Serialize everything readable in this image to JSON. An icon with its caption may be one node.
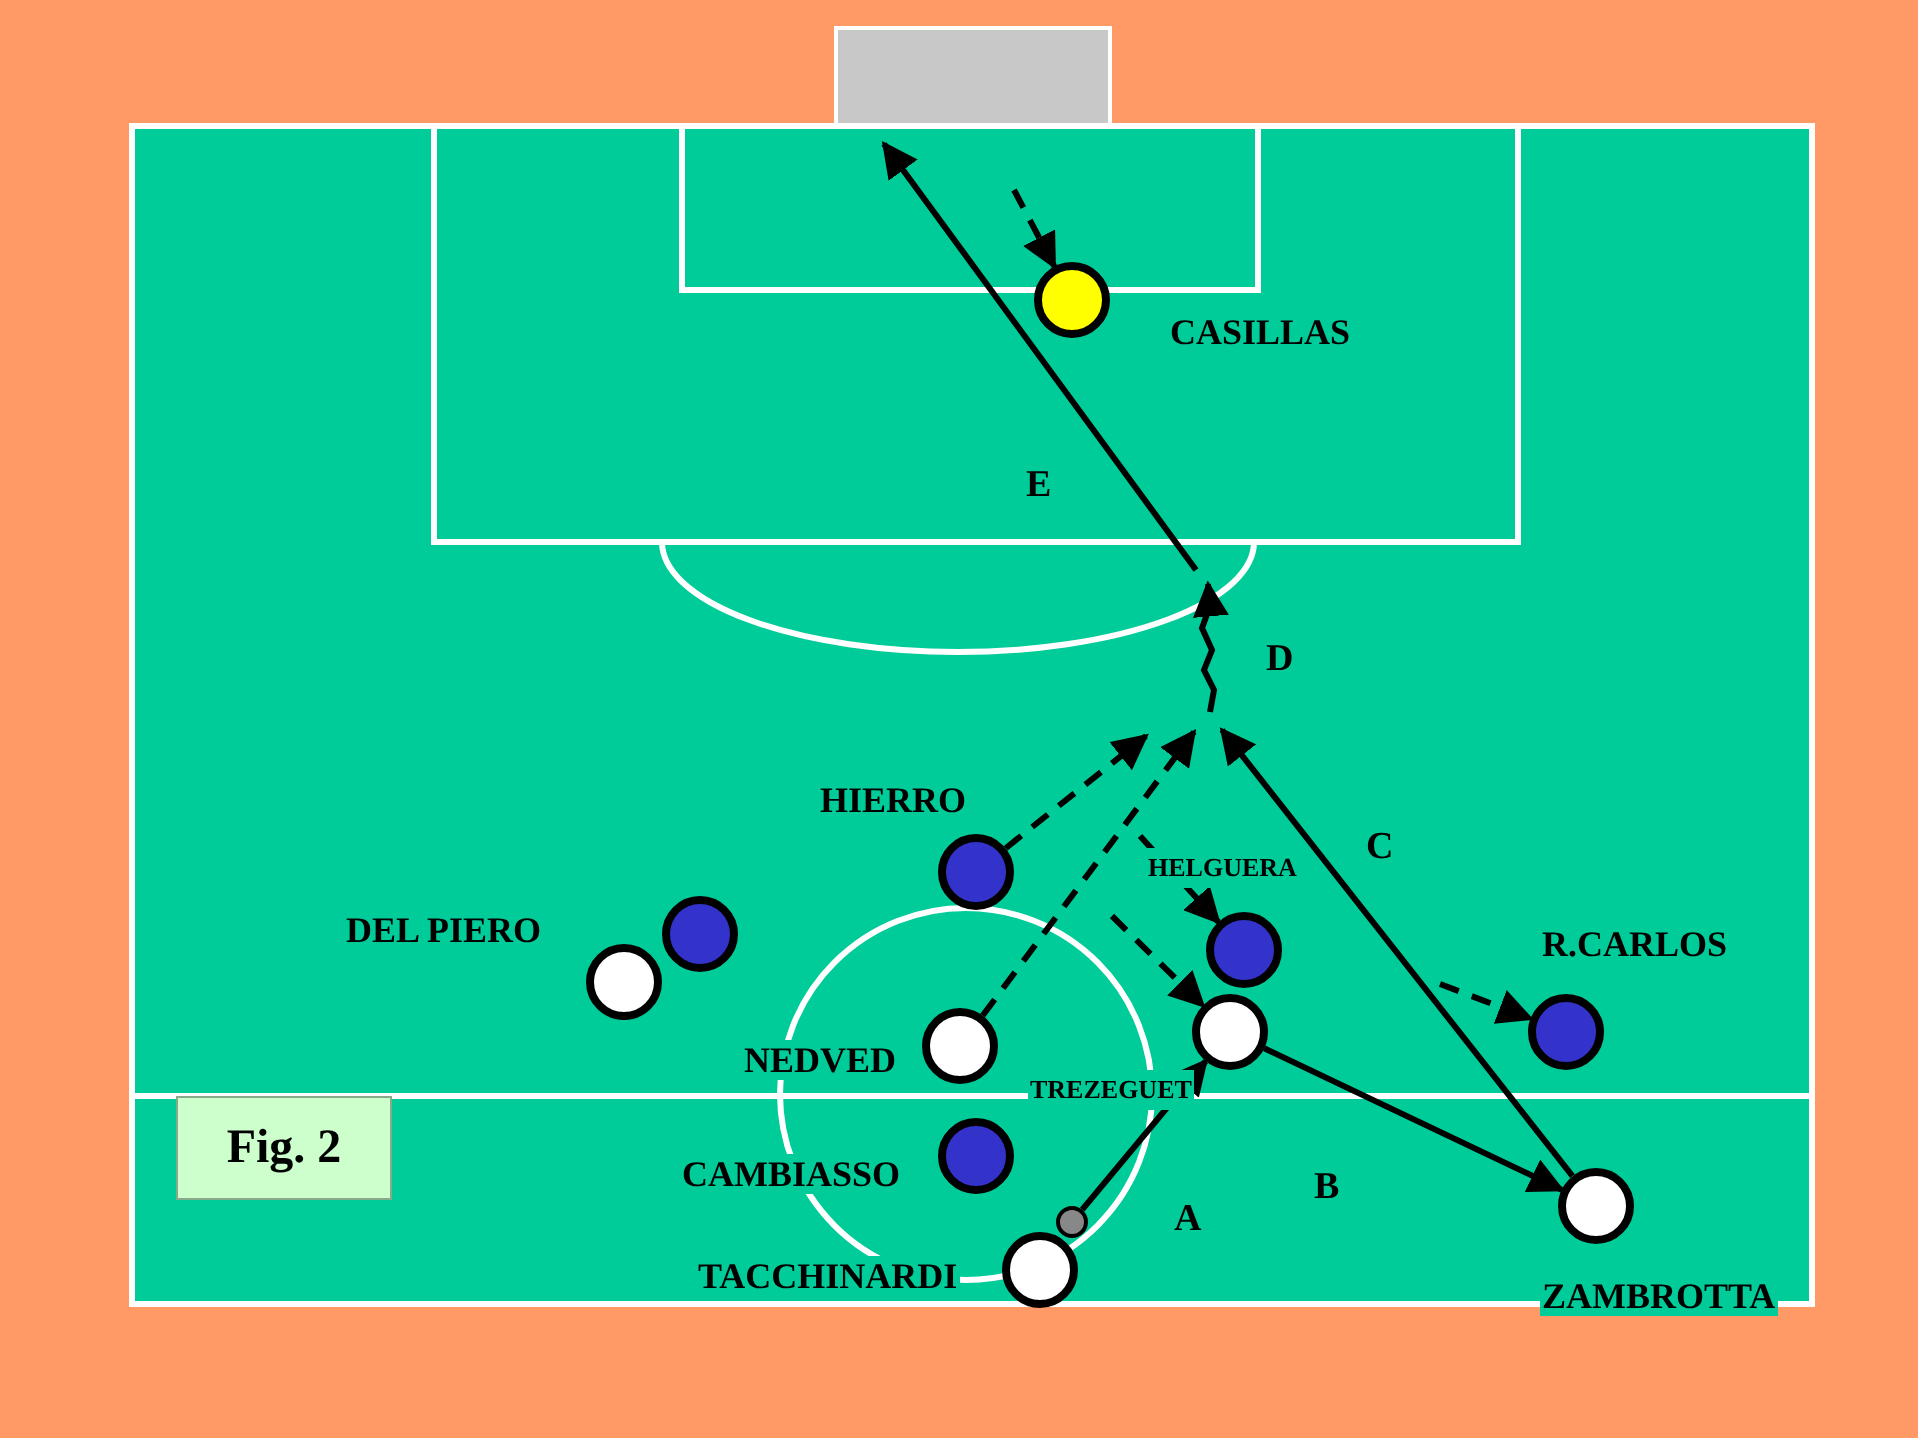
{
  "diagram": {
    "nodes": [
      {
        "text": [
          "CASILLAS"
        ]
      },
      {
        "text": [
          "HIERRO"
        ]
      },
      {
        "text": [
          "HELGUERA"
        ]
      },
      {
        "text": [
          "R.CARLOS"
        ]
      },
      {
        "text": [],
        "shape": "circle"
      },
      {
        "text": [
          "DEL PIERO"
        ]
      },
      {
        "text": [
          "NEDVED"
        ]
      },
      {
        "text": [
          "TREZEGUET"
        ]
      },
      {
        "text": [
          "CAMBIASSO"
        ]
      },
      {
        "text": [],
        "shape": "circle"
      },
      {
        "text": [
          "TACCHINARDI"
        ]
      },
      {
        "text": [
          "ZAMBROTTA"
        ]
      },
      {
        "text": [
          "Fig. 2"
        ]
      }
    ],
    "edges": [
      {
        "from": 9,
        "to": 7,
        "arrow": "to",
        "label": "A"
      },
      {
        "from": 7,
        "to": 11,
        "arrow": "to",
        "label": "B"
      },
      {
        "from": 11,
        "to": null,
        "arrow": "to",
        "label": "C"
      },
      {
        "from": 1,
        "to": null,
        "arrow": "to",
        "style": "dashed"
      },
      {
        "from": 6,
        "to": null,
        "arrow": "to",
        "style": "dashed"
      },
      {
        "from": null,
        "to": 2,
        "arrow": "to",
        "style": "dashed"
      },
      {
        "from": null,
        "to": 7,
        "arrow": "to",
        "style": "dashed"
      },
      {
        "from": null,
        "to": 3,
        "arrow": "to",
        "style": "dashed"
      },
      {
        "from": null,
        "to": 0,
        "arrow": "to",
        "style": "dashed"
      }
    ],
    "labels": [
      "E",
      "D"
    ]
  }
}
